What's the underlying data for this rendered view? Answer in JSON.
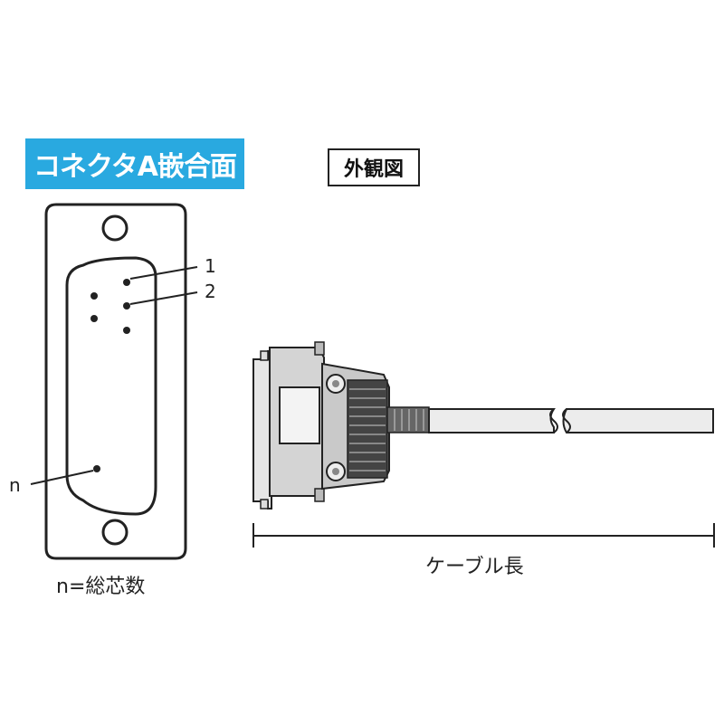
{
  "figure": {
    "connector_face_title": "コネクタA嵌合面",
    "exterior_view_title": "外観図",
    "pin_label_1": "1",
    "pin_label_2": "2",
    "pin_label_n": "n",
    "legend_text": "n=総芯数",
    "cable_length_label": "ケーブル長"
  },
  "colors": {
    "title_bg": "#29a9e0",
    "title_text": "#ffffff",
    "line": "#222222",
    "shell_gray": "#cfcfcf"
  }
}
